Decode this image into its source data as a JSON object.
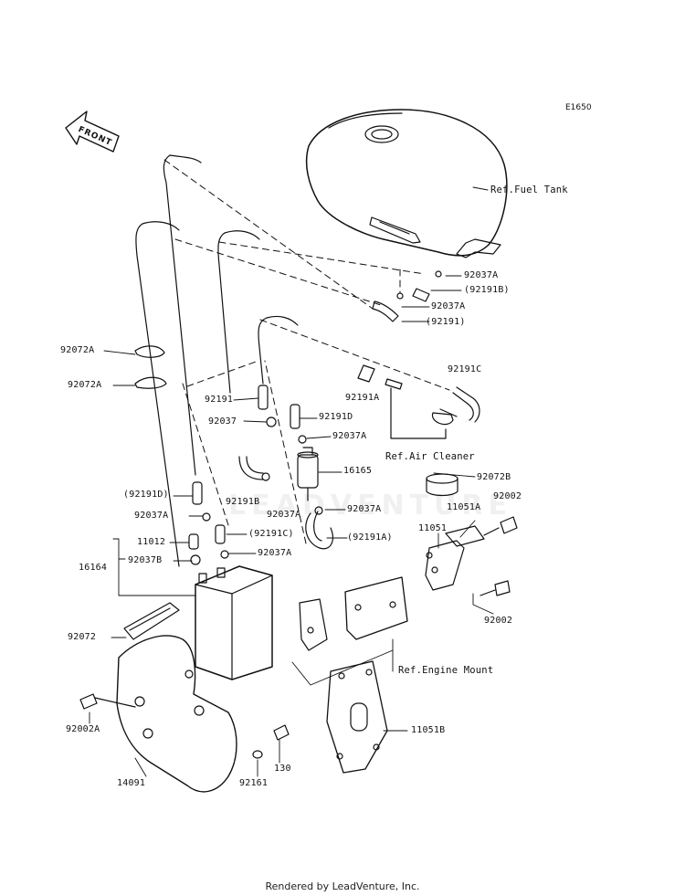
{
  "diagram_code": "E1650",
  "front_badge": "FRONT",
  "watermark": "LEADVENTURE",
  "footer": "Rendered by LeadVenture, Inc.",
  "refs": {
    "fuel_tank": "Ref.Fuel Tank",
    "air_cleaner": "Ref.Air Cleaner",
    "engine_mount": "Ref.Engine Mount"
  },
  "parts": {
    "p92037A_1": "92037A",
    "p92191B_top": "(92191B)",
    "p92037A_2": "92037A",
    "p92191_paren": "(92191)",
    "p92072A_1": "92072A",
    "p92072A_2": "92072A",
    "p92191C_r": "92191C",
    "p92191_l": "92191",
    "p92191A": "92191A",
    "p92037_l": "92037",
    "p92191D": "92191D",
    "p92037A_3": "92037A",
    "p16165": "16165",
    "p92072B": "92072B",
    "p92191B_mid": "92191B",
    "p92191D_paren": "(92191D)",
    "p92037A_4": "92037A",
    "p92037A_5": "92037A",
    "p92002_r": "92002",
    "p11051A": "11051A",
    "p92037A_6": "92037A",
    "p92191C_paren": "(92191C)",
    "p11012": "11012",
    "p11051": "11051",
    "p92191A_paren": "(92191A)",
    "p92037B": "92037B",
    "p92037A_7": "92037A",
    "p16164": "16164",
    "p92002_r2": "92002",
    "p92072": "92072",
    "p92002A": "92002A",
    "p11051B": "11051B",
    "p130": "130",
    "p14091": "14091",
    "p92161": "92161"
  }
}
